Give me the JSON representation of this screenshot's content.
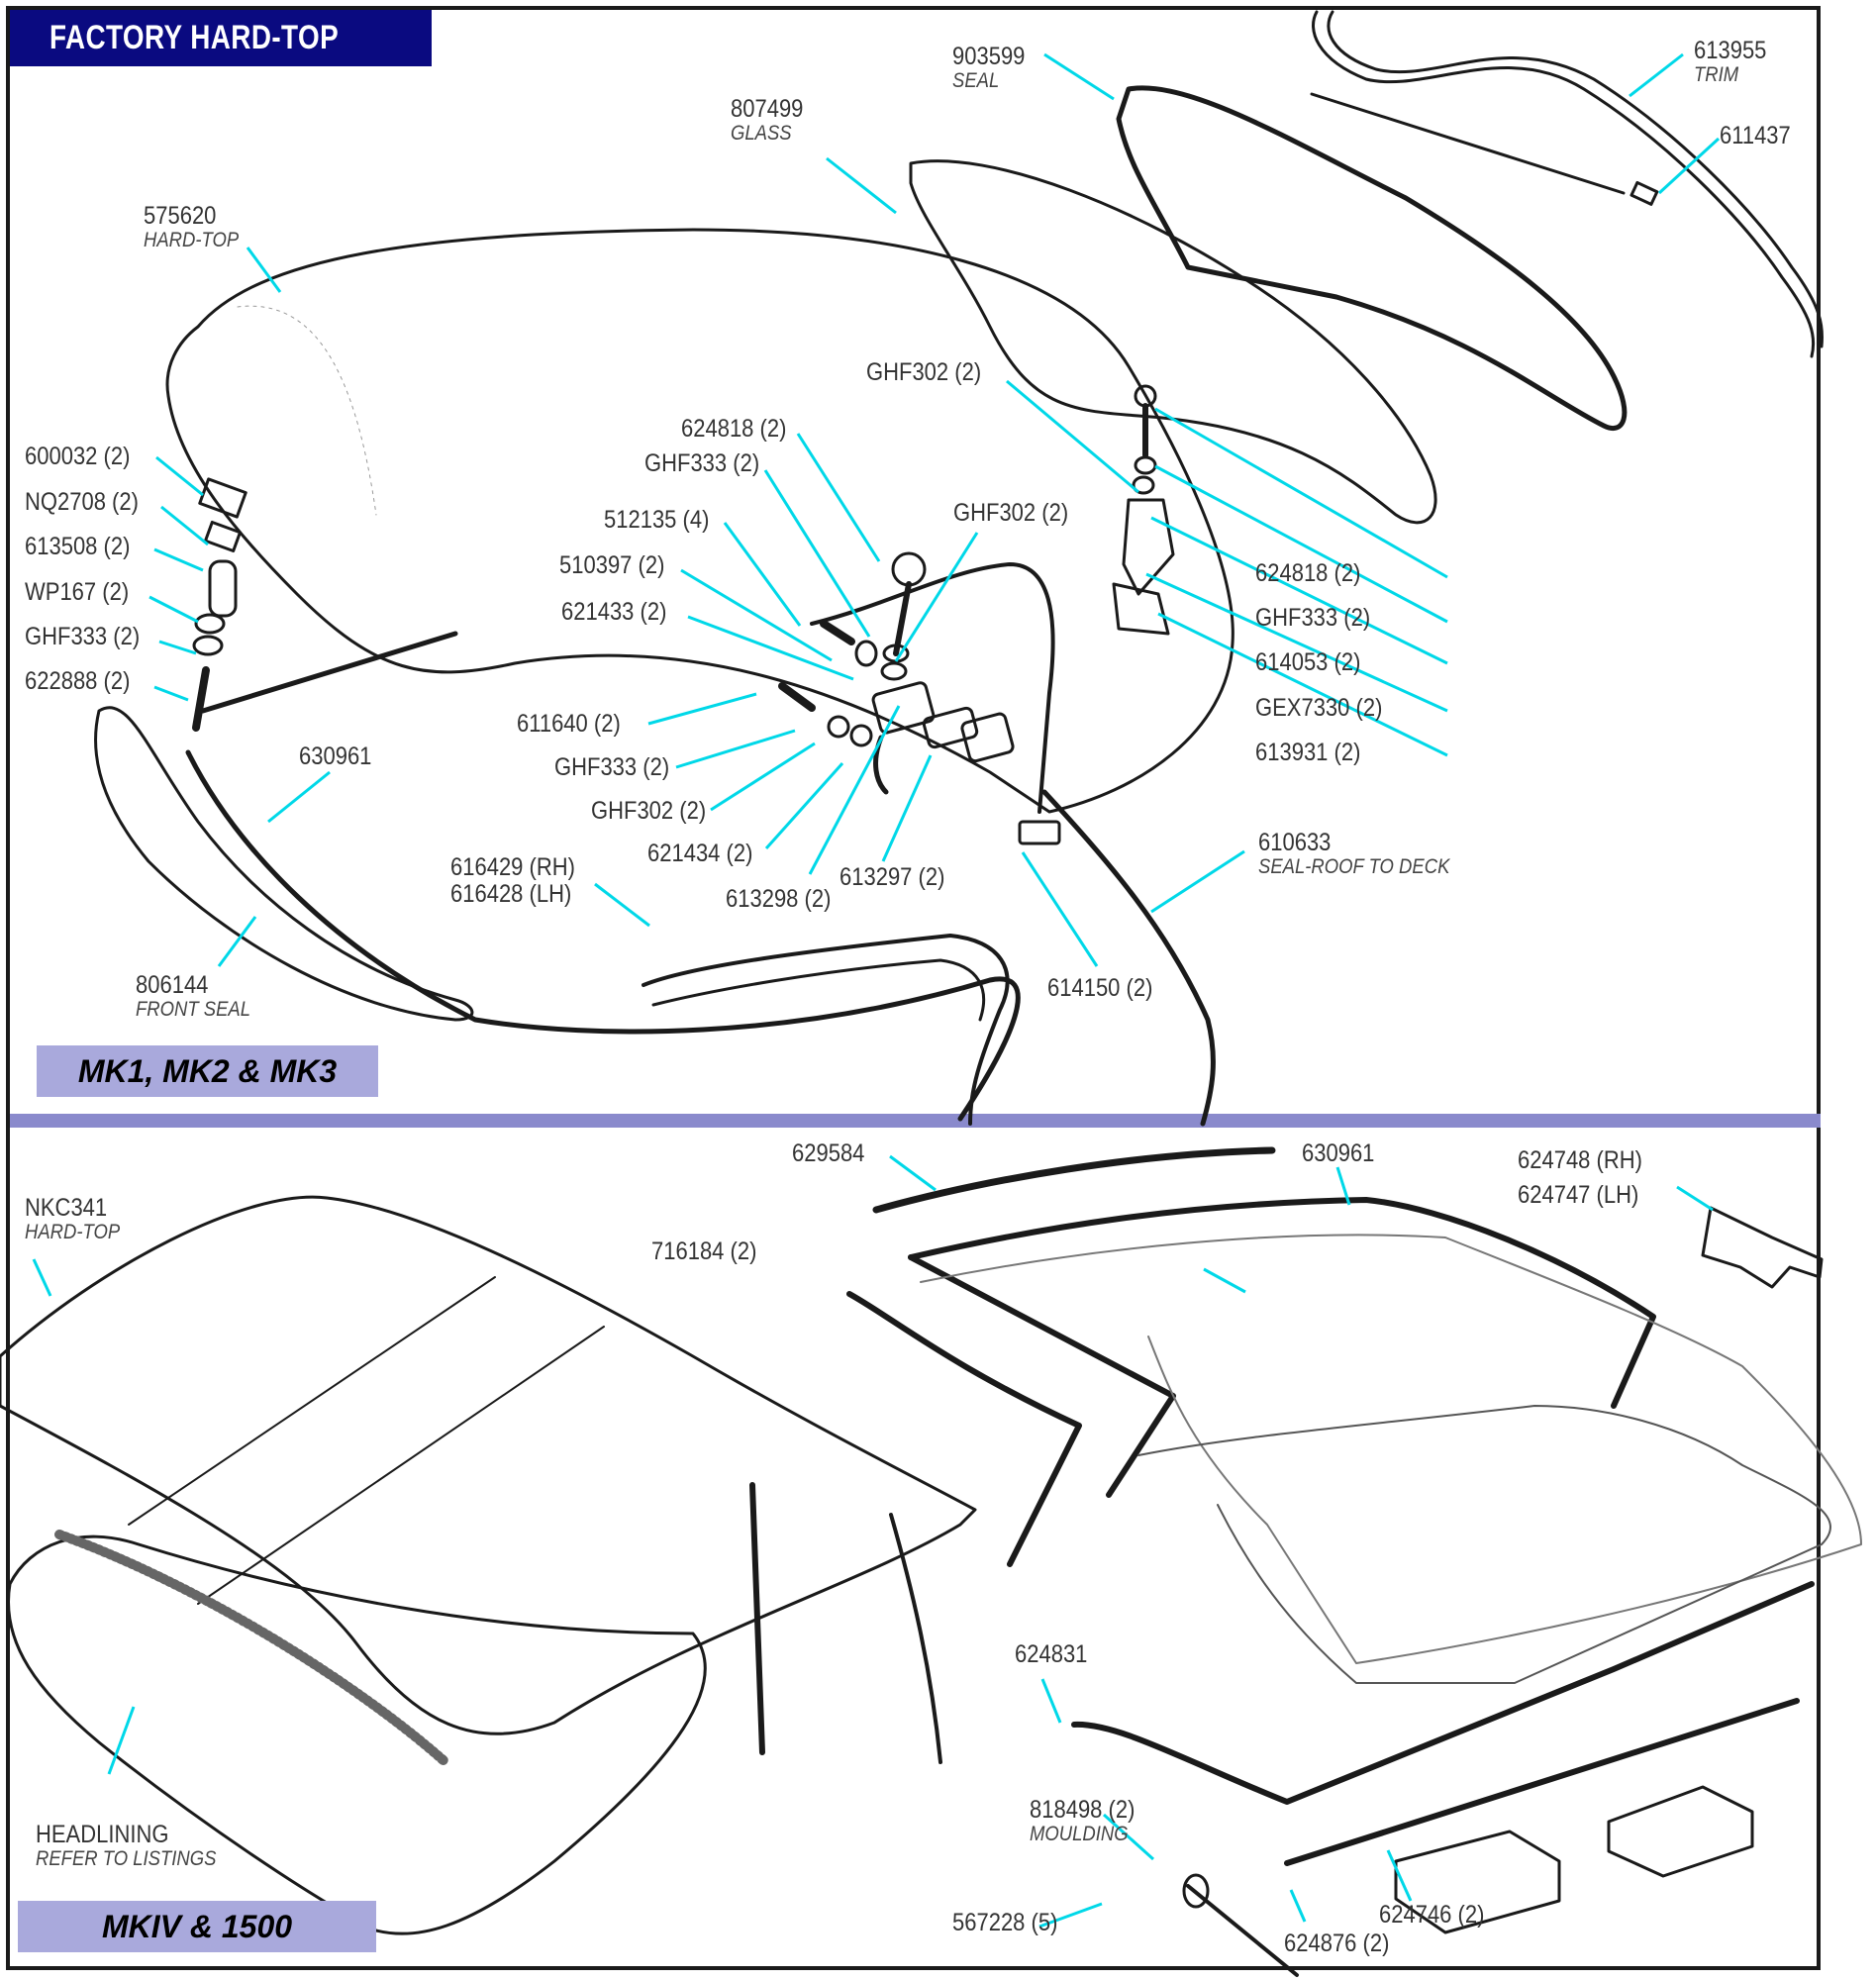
{
  "title": "FACTORY HARD-TOP",
  "sections": {
    "top": {
      "label": "MK1, MK2 & MK3"
    },
    "bottom": {
      "label": "MKIV & 1500"
    }
  },
  "colors": {
    "title_bg": "#0a0a80",
    "badge_bg": "#a9a9dc",
    "divider": "#8a8acc",
    "leader_line": "#00d8e8"
  },
  "top_parts": [
    {
      "part": "575620",
      "desc": "HARD-TOP"
    },
    {
      "part": "807499",
      "desc": "GLASS"
    },
    {
      "part": "903599",
      "desc": "SEAL"
    },
    {
      "part": "613955",
      "desc": "TRIM"
    },
    {
      "part": "611437",
      "desc": ""
    },
    {
      "part": "600032 (2)",
      "desc": ""
    },
    {
      "part": "NQ2708 (2)",
      "desc": ""
    },
    {
      "part": "613508 (2)",
      "desc": ""
    },
    {
      "part": "WP167 (2)",
      "desc": ""
    },
    {
      "part": "GHF333 (2)",
      "desc": ""
    },
    {
      "part": "622888 (2)",
      "desc": ""
    },
    {
      "part": "GHF302 (2)",
      "desc": ""
    },
    {
      "part": "624818 (2)",
      "desc": ""
    },
    {
      "part": "GHF333 (2)",
      "desc": ""
    },
    {
      "part": "512135 (4)",
      "desc": ""
    },
    {
      "part": "GHF302 (2)",
      "desc": ""
    },
    {
      "part": "510397 (2)",
      "desc": ""
    },
    {
      "part": "621433 (2)",
      "desc": ""
    },
    {
      "part": "624818 (2)",
      "desc": ""
    },
    {
      "part": "GHF333 (2)",
      "desc": ""
    },
    {
      "part": "614053 (2)",
      "desc": ""
    },
    {
      "part": "GEX7330 (2)",
      "desc": ""
    },
    {
      "part": "613931 (2)",
      "desc": ""
    },
    {
      "part": "611640 (2)",
      "desc": ""
    },
    {
      "part": "GHF333 (2)",
      "desc": ""
    },
    {
      "part": "GHF302 (2)",
      "desc": ""
    },
    {
      "part": "621434 (2)",
      "desc": ""
    },
    {
      "part": "613298 (2)",
      "desc": ""
    },
    {
      "part": "613297 (2)",
      "desc": ""
    },
    {
      "part": "630961",
      "desc": ""
    },
    {
      "part": "616429 (RH)",
      "desc": ""
    },
    {
      "part": "616428 (LH)",
      "desc": ""
    },
    {
      "part": "806144",
      "desc": "FRONT SEAL"
    },
    {
      "part": "610633",
      "desc": "SEAL-ROOF TO DECK"
    },
    {
      "part": "614150 (2)",
      "desc": ""
    }
  ],
  "bottom_parts": [
    {
      "part": "NKC341",
      "desc": "HARD-TOP"
    },
    {
      "part": "629584",
      "desc": ""
    },
    {
      "part": "630961",
      "desc": ""
    },
    {
      "part": "624748 (RH)",
      "desc": ""
    },
    {
      "part": "624747 (LH)",
      "desc": ""
    },
    {
      "part": "716184 (2)",
      "desc": ""
    },
    {
      "part": "624831",
      "desc": ""
    },
    {
      "part": "HEADLINING",
      "desc": "REFER TO LISTINGS"
    },
    {
      "part": "818498 (2)",
      "desc": "MOULDING"
    },
    {
      "part": "567228 (5)",
      "desc": ""
    },
    {
      "part": "624876 (2)",
      "desc": ""
    },
    {
      "part": "624746 (2)",
      "desc": ""
    }
  ]
}
